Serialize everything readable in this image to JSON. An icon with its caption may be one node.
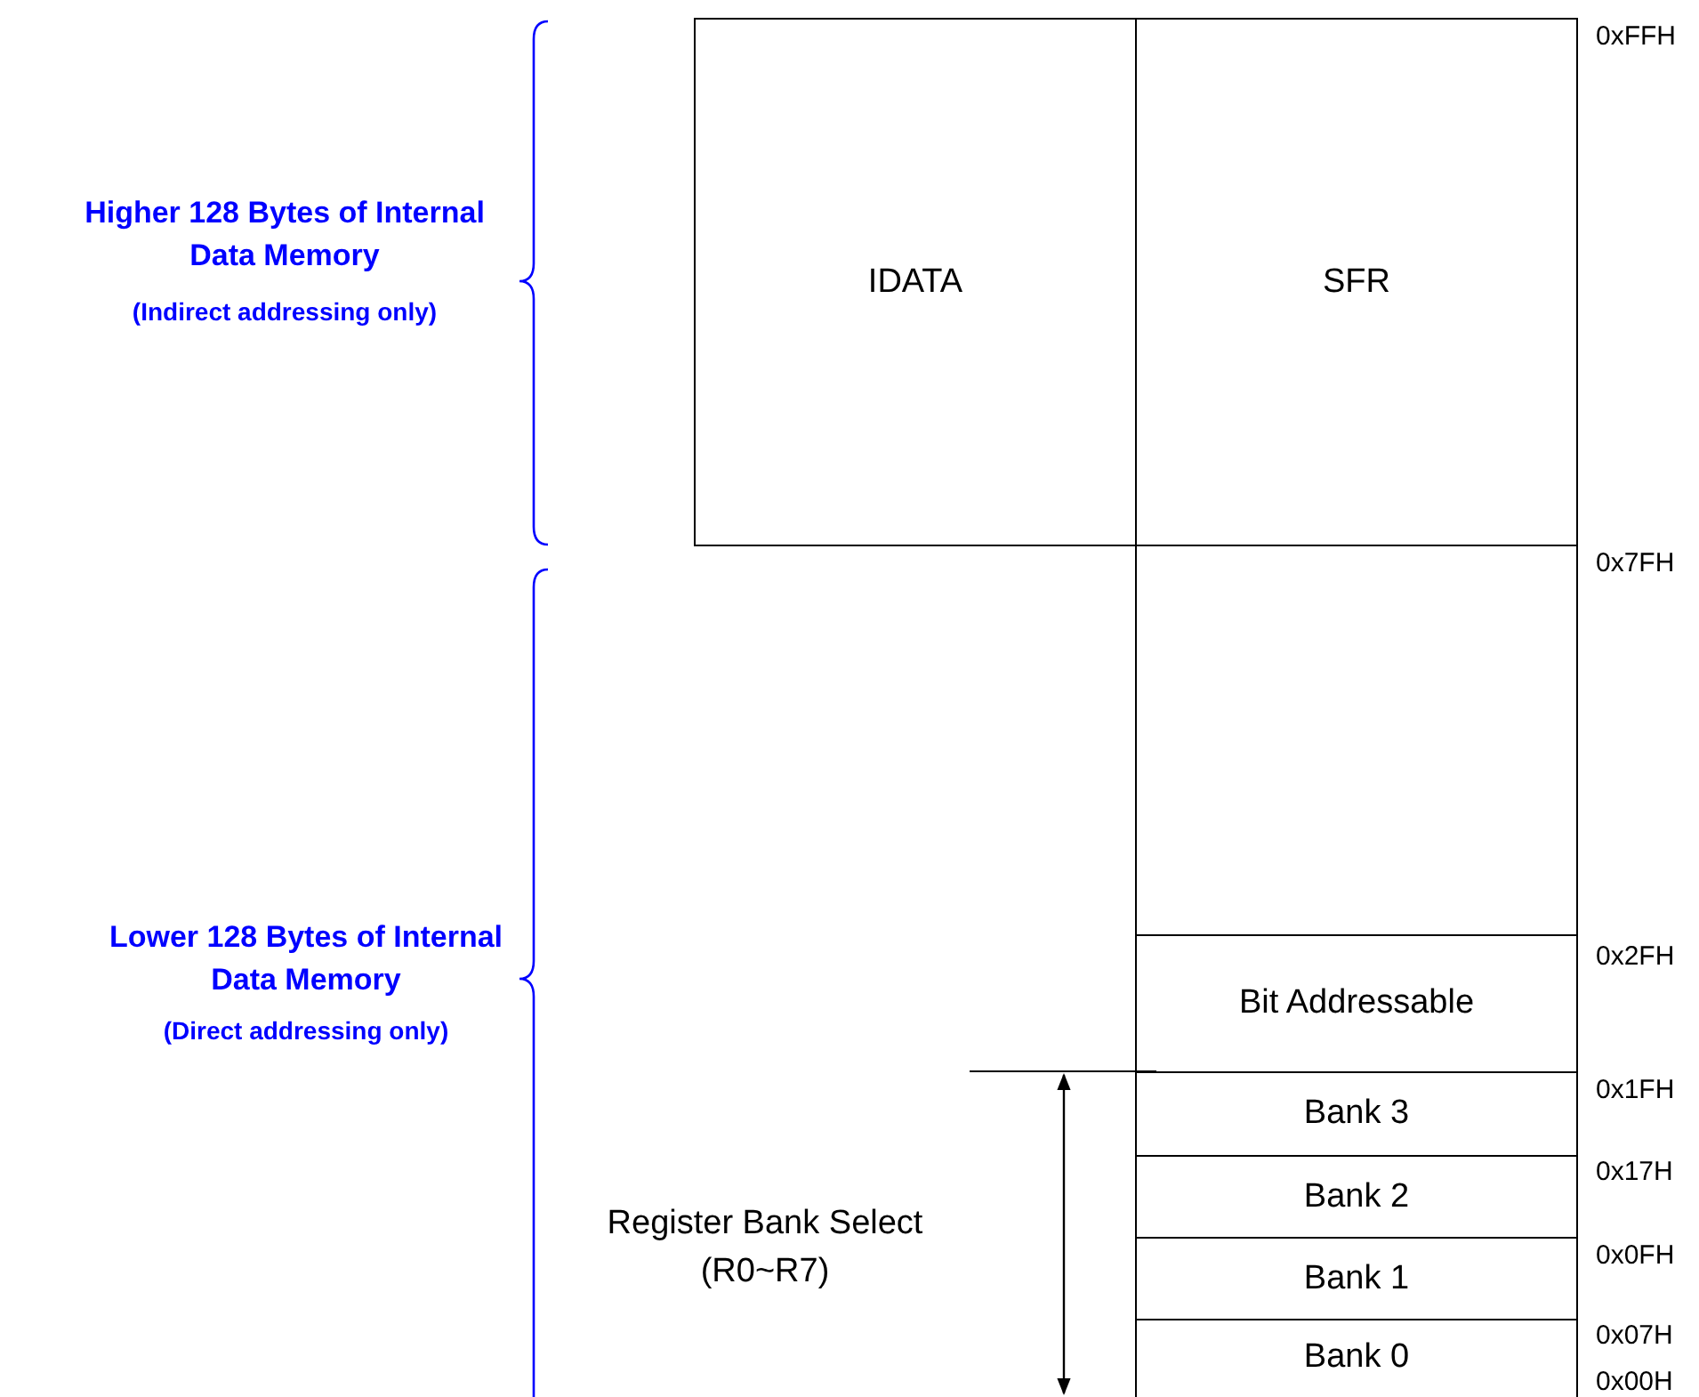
{
  "diagram": {
    "nodes": [
      {
        "text": [
          "IDATA"
        ]
      },
      {
        "text": [
          "SFR"
        ]
      },
      {
        "text": [],
        "shape": "box"
      },
      {
        "text": [
          "Bit Addressable"
        ]
      },
      {
        "text": [
          "Bank 3"
        ]
      },
      {
        "text": [
          "Bank 2"
        ]
      },
      {
        "text": [
          "Bank 1"
        ]
      },
      {
        "text": [
          "Bank 0"
        ]
      }
    ],
    "labels": [
      "0xFFH",
      "Higher 128 Bytes of Internal Data Memory",
      "(Indirect addressing only)",
      "0x7FH",
      "Lower 128 Bytes of Internal Data Memory",
      "0x2FH",
      "(Direct addressing only)",
      "0x1FH",
      "Register Bank Select (R0~R7)",
      "0x17H",
      "0x0FH",
      "0x07H",
      "0x00H"
    ]
  }
}
